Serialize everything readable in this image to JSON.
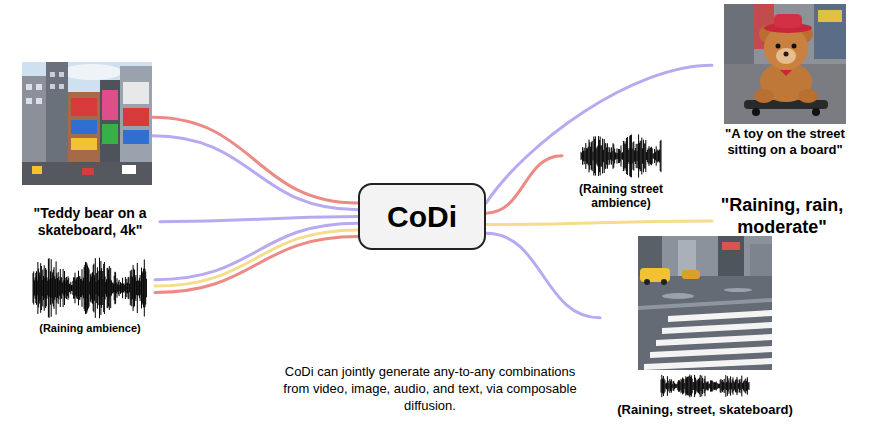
{
  "diagram": {
    "caption": "CoDi can jointly generate any-to-any combinations from video, image, audio, and text, via composable diffusion.",
    "nodes": [
      {
        "text": []
      },
      {
        "text": [
          "\"Teddy bear on a skateboard, 4k\""
        ]
      },
      {
        "text": [
          "(Raining ambience)"
        ]
      },
      {
        "text": [
          "CoDi"
        ]
      },
      {
        "text": [
          "\"A toy on the street sitting on a board\""
        ]
      },
      {
        "text": [
          "(Raining street ambience)"
        ]
      },
      {
        "text": [
          "\"Raining, rain, moderate\""
        ]
      },
      {
        "text": [
          "(Raining, street, skateboard)"
        ]
      }
    ],
    "edges": [
      {
        "from": 0,
        "to": 3,
        "arrow": "none"
      },
      {
        "from": 0,
        "to": 3,
        "arrow": "none"
      },
      {
        "from": 1,
        "to": 3,
        "arrow": "none"
      },
      {
        "from": 2,
        "to": 3,
        "arrow": "none"
      },
      {
        "from": 2,
        "to": 3,
        "arrow": "none"
      },
      {
        "from": 2,
        "to": 3,
        "arrow": "none"
      },
      {
        "from": 3,
        "to": 4,
        "arrow": "none"
      },
      {
        "from": 3,
        "to": 5,
        "arrow": "none"
      },
      {
        "from": 3,
        "to": 6,
        "arrow": "none"
      },
      {
        "from": 3,
        "to": 7,
        "arrow": "none"
      }
    ]
  }
}
